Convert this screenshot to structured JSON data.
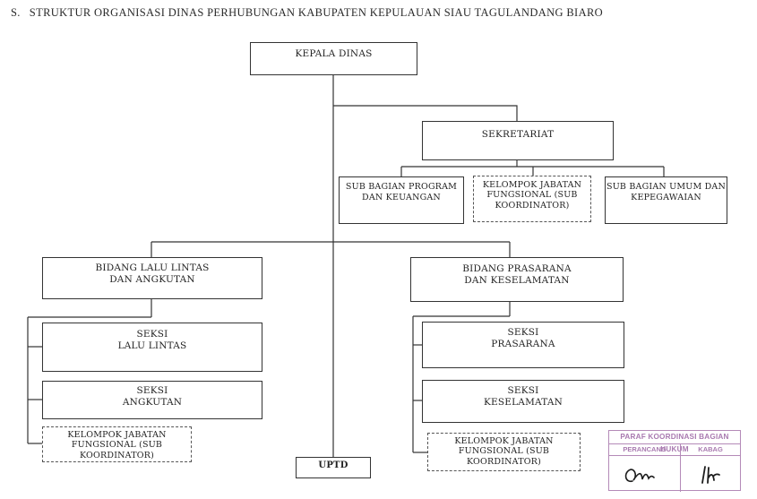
{
  "title": {
    "number": "S.",
    "text": "STRUKTUR ORGANISASI DINAS PERHUBUNGAN KABUPATEN KEPULAUAN SIAU TAGULANDANG BIARO"
  },
  "nodes": {
    "kepala": {
      "lines": [
        "KEPALA DINAS"
      ]
    },
    "sekretariat": {
      "lines": [
        "SEKRETARIAT"
      ]
    },
    "sub_program": {
      "lines": [
        "SUB BAGIAN PROGRAM",
        "DAN KEUANGAN"
      ]
    },
    "kjf_sekretariat": {
      "lines": [
        "KELOMPOK JABATAN",
        "FUNGSIONAL (SUB",
        "KOORDINATOR)"
      ]
    },
    "sub_umum": {
      "lines": [
        "SUB BAGIAN UMUM DAN",
        "KEPEGAWAIAN"
      ]
    },
    "bidang_llaj": {
      "lines": [
        "BIDANG LALU LINTAS",
        "DAN ANGKUTAN"
      ]
    },
    "bidang_prasarana": {
      "lines": [
        "BIDANG PRASARANA",
        "DAN KESELAMATAN"
      ]
    },
    "seksi_lalu_lintas": {
      "lines": [
        "SEKSI",
        "LALU LINTAS"
      ]
    },
    "seksi_angkutan": {
      "lines": [
        "SEKSI",
        "ANGKUTAN"
      ]
    },
    "kjf_llaj": {
      "lines": [
        "KELOMPOK JABATAN",
        "FUNGSIONAL (SUB",
        "KOORDINATOR)"
      ]
    },
    "seksi_prasarana": {
      "lines": [
        "SEKSI",
        "PRASARANA"
      ]
    },
    "seksi_keselamatan": {
      "lines": [
        "SEKSI",
        "KESELAMATAN"
      ]
    },
    "kjf_prasarana": {
      "lines": [
        "KELOMPOK JABATAN",
        "FUNGSIONAL (SUB",
        "KOORDINATOR)"
      ]
    },
    "uptd": {
      "lines": [
        "UPTD"
      ]
    }
  },
  "stamp": {
    "title": "PARAF KOORDINASI BAGIAN HUKUM",
    "col1": "PERANCANG",
    "col2": "KABAG"
  },
  "colors": {
    "line": "#333333",
    "stamp": "#a97ab0"
  }
}
